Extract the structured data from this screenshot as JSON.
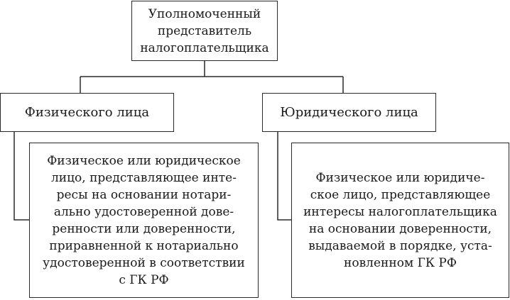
{
  "diagram": {
    "root": {
      "text": "Уполномоченный\nпредставитель\nналогоплательщика"
    },
    "branches": [
      {
        "category": "Физического лица",
        "description": "Физическое или юридическое\nлицо, представляющее инте-\nресы на основании нотари-\nально удостоверенной дове-\nренности или доверенности,\nприравненной к нотариально\nудостоверенной в соответствии\nс ГК РФ"
      },
      {
        "category": "Юридического лица",
        "description": "Физическое или юридиче-\nское лицо, представляющее\nинтересы налогоплательщика\nна основании доверенности,\nвыдаваемой в порядке, уста-\nновленном ГК РФ"
      }
    ]
  }
}
